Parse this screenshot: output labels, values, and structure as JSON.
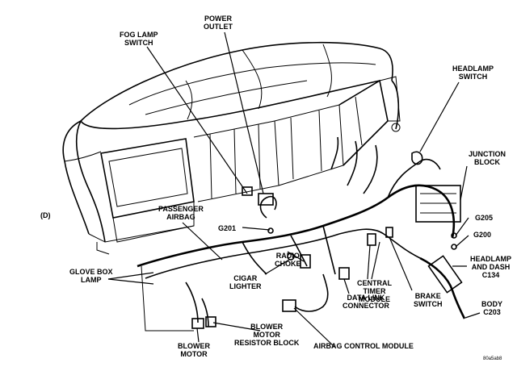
{
  "labels": {
    "power_outlet": [
      "POWER",
      "OUTLET"
    ],
    "fog_lamp_switch": [
      "FOG LAMP",
      "SWITCH"
    ],
    "headlamp_switch": [
      "HEADLAMP",
      "SWITCH"
    ],
    "junction_block": [
      "JUNCTION",
      "BLOCK"
    ],
    "passenger_airbag": [
      "PASSENGER",
      "AIRBAG"
    ],
    "g205": "G205",
    "g200": "G200",
    "g201": "G201",
    "headlamp_and_dash": [
      "HEADLAMP",
      "AND DASH",
      "C134"
    ],
    "glove_box_lamp": [
      "GLOVE BOX",
      "LAMP"
    ],
    "radio_choke": [
      "RADIO",
      "CHOKE"
    ],
    "cigar_lighter": [
      "CIGAR",
      "LIGHTER"
    ],
    "central_timer_module": [
      "CENTRAL",
      "TIMER",
      "MODULE"
    ],
    "brake_switch": [
      "BRAKE",
      "SWITCH"
    ],
    "data_link_connector": [
      "DATA LINK",
      "CONNECTOR"
    ],
    "body_c203": [
      "BODY",
      "C203"
    ],
    "blower_motor_resistor_block": [
      "BLOWER",
      "MOTOR",
      "RESISTOR BLOCK"
    ],
    "airbag_control_module": "AIRBAG CONTROL MODULE",
    "blower_motor": [
      "BLOWER",
      "MOTOR"
    ],
    "side_mark": "(D)",
    "corner_code": "80a5ab8"
  }
}
